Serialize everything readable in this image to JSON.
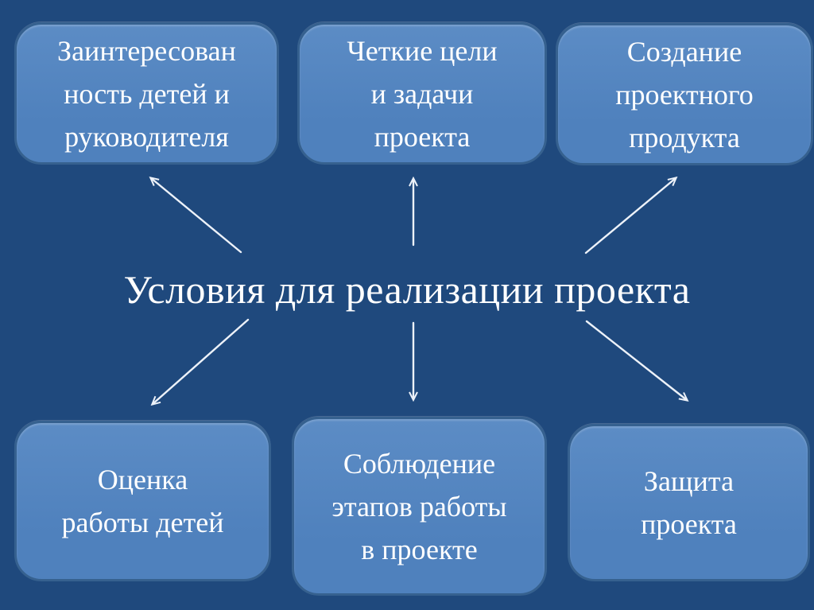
{
  "slide": {
    "title": "Условия для реализации проекта",
    "boxes": [
      {
        "position": "top-left",
        "text": "Заинтересован\nность детей и\nруководителя"
      },
      {
        "position": "top-center",
        "text": "Четкие цели\nи задачи\nпроекта"
      },
      {
        "position": "top-right",
        "text": "Создание\nпроектного\nпродукта"
      },
      {
        "position": "bottom-left",
        "text": "Оценка\nработы детей"
      },
      {
        "position": "bottom-center",
        "text": "Соблюдение\nэтапов работы\nв проекте"
      },
      {
        "position": "bottom-right",
        "text": "Защита\nпроекта"
      }
    ],
    "colors": {
      "background": "#1F497D",
      "box_fill": "#4F81BD",
      "box_fill_light": "#5C8CC5",
      "box_border": "#36618F",
      "text": "#FFFFFF",
      "arrow": "#EDF2F9"
    }
  }
}
